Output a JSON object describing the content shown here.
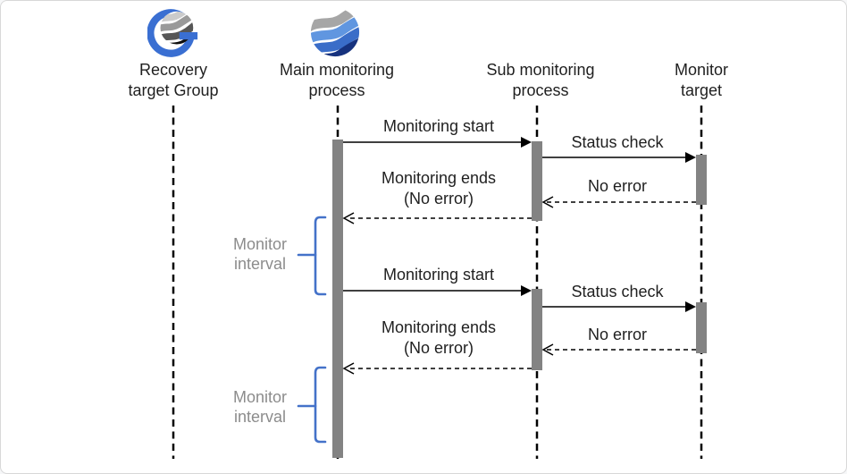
{
  "actors": [
    {
      "line1": "Recovery",
      "line2": "target Group",
      "icon": "recovery-group-icon"
    },
    {
      "line1": "Main monitoring",
      "line2": "process",
      "icon": "monitoring-sphere-icon"
    },
    {
      "line1": "Sub monitoring",
      "line2": "process",
      "icon": null
    },
    {
      "line1": "Monitor",
      "line2": "target",
      "icon": null
    }
  ],
  "messages": [
    {
      "label": "Monitoring start",
      "from": "Main monitoring process",
      "to": "Sub monitoring process",
      "style": "solid"
    },
    {
      "label": "Status check",
      "from": "Sub monitoring process",
      "to": "Monitor target",
      "style": "solid"
    },
    {
      "label": "No error",
      "from": "Monitor target",
      "to": "Sub monitoring process",
      "style": "dashed"
    },
    {
      "label": "Monitoring ends",
      "label2": "(No error)",
      "from": "Sub monitoring process",
      "to": "Main monitoring process",
      "style": "dashed"
    },
    {
      "label": "Monitoring start",
      "from": "Main monitoring process",
      "to": "Sub monitoring process",
      "style": "solid"
    },
    {
      "label": "Status check",
      "from": "Sub monitoring process",
      "to": "Monitor target",
      "style": "solid"
    },
    {
      "label": "No error",
      "from": "Monitor target",
      "to": "Sub monitoring process",
      "style": "dashed"
    },
    {
      "label": "Monitoring ends",
      "label2": "(No error)",
      "from": "Sub monitoring process",
      "to": "Main monitoring process",
      "style": "dashed"
    }
  ],
  "annotations": [
    {
      "line1": "Monitor",
      "line2": "interval"
    },
    {
      "line1": "Monitor",
      "line2": "interval"
    }
  ],
  "colors": {
    "accent_blue": "#4472c9",
    "activation_gray": "#838383",
    "interval_text_gray": "#8c8c8c",
    "line_black": "#000000",
    "icon_ring_blue": "#3a6fd2",
    "icon_light_blue": "#6096e0",
    "icon_mid_blue": "#3a6dc8",
    "icon_navy": "#16327e",
    "icon_gray": "#a6a6a6"
  }
}
